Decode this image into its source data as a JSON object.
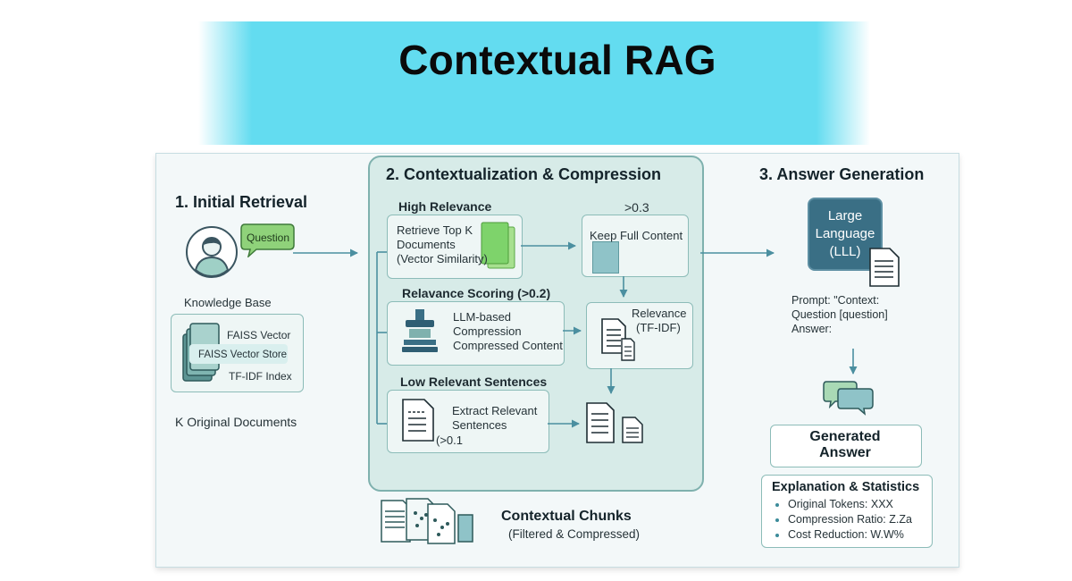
{
  "title": "Contextual RAG",
  "colors": {
    "title_band": "#63dcf0",
    "panel": "#d7ebe8",
    "accent": "#3a6f85",
    "green_doc": "#7ed36b"
  },
  "section1": {
    "heading": "1. Initial Retrieval",
    "question_label": "Question",
    "kb_label": "Knowledge Base",
    "kb_items": [
      "FAISS Vector",
      "FAISS Vector Store",
      "TF-IDF Index"
    ],
    "k_docs_label": "K Original Documents"
  },
  "section2": {
    "heading": "2. Contextualization & Compression",
    "high": {
      "label": "High Relevance",
      "threshold": ">0.3",
      "retrieve_text": [
        "Retrieve Top K",
        "Documents",
        "(Vector Similarity)"
      ],
      "keep_text": "Keep Full Content"
    },
    "scoring": {
      "label": "Relavance Scoring (>0.2)",
      "llm_text": [
        "LLM-based",
        "Compression",
        "Compressed Content"
      ],
      "tfidf_text": [
        "Relevance",
        "(TF-IDF)"
      ]
    },
    "low": {
      "label": "Low Relevant Sentences",
      "extract_text": [
        "Extract Relevant",
        "Sentences"
      ],
      "threshold": "(>0.1"
    }
  },
  "chunks": {
    "title": "Contextual Chunks",
    "subtitle": "(Filtered & Compressed)"
  },
  "section3": {
    "heading": "3. Answer Generation",
    "llm_text": [
      "Large",
      "Language",
      "(LLL)"
    ],
    "prompt_lines": [
      "Prompt: \"Context:",
      "Question [question]",
      "Answer:"
    ],
    "generated": [
      "Generated",
      "Answer"
    ],
    "stats_title": "Explanation & Statistics",
    "stats": [
      "Original Tokens: XXX",
      "Compression Ratio: Z.Za",
      "Cost Reduction: W.W%"
    ]
  }
}
